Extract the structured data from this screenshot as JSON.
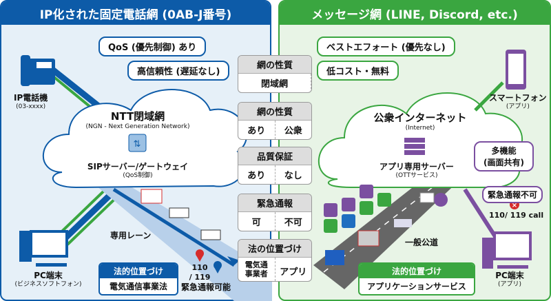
{
  "left": {
    "title": "IP化された固定電話網 (0AB-J番号)",
    "bubbles": [
      "QoS (優先制御) あり",
      "高信頼性 (遅延なし)"
    ],
    "phone_label": "IP電話機",
    "phone_sub": "(03-xxxx)",
    "cloud_title": "NTT閉域網",
    "cloud_sub": "(NGN - Next Generation Network)",
    "server_label": "SIPサーバー/ゲートウェイ",
    "server_sub": "(QoS制御)",
    "lane_label": "専用レーン",
    "pc_label": "PC端末",
    "pc_sub": "(ビジネスソフトフォン)",
    "legal_title": "法的位置づけ",
    "legal_value": "電気通信事業法",
    "emergency_number": "110\n/ 119",
    "emergency_label": "緊急通報可能"
  },
  "compare": [
    {
      "title": "網の性質",
      "values": [
        "閉域網"
      ]
    },
    {
      "title": "網の性質",
      "values": [
        "あり",
        "公衆"
      ]
    },
    {
      "title": "品質保証",
      "values": [
        "あり",
        "なし"
      ]
    },
    {
      "title": "緊急通報",
      "values": [
        "可",
        "不可"
      ]
    },
    {
      "title": "法の位置づけ",
      "values": [
        "電気通\n事業者",
        "アプリ"
      ]
    }
  ],
  "right": {
    "title": "メッセージ網 (LINE, Discord, etc.)",
    "bubbles": [
      "ベストエフォート (優先なし)",
      "低コスト・無料"
    ],
    "phone_label": "スマートフォン",
    "phone_sub": "(アプリ)",
    "cloud_title": "公衆インターネット",
    "cloud_sub": "(Internet)",
    "server_label": "アプリ専用サーバー",
    "server_sub": "(OTTサービス)",
    "feature": "多機能\n(画面共有)",
    "no_emergency": "緊急通報不可",
    "call_label": "110/ 119 call",
    "road_label": "一般公道",
    "pc_label": "PC端末",
    "pc_sub": "(アプリ)",
    "legal_title": "法的位置づけ",
    "legal_value": "アプリケーションサービス"
  },
  "colors": {
    "blue": "#0d5ba8",
    "green": "#3aa640",
    "purple": "#7b4fa0",
    "red": "#d62b2b"
  }
}
